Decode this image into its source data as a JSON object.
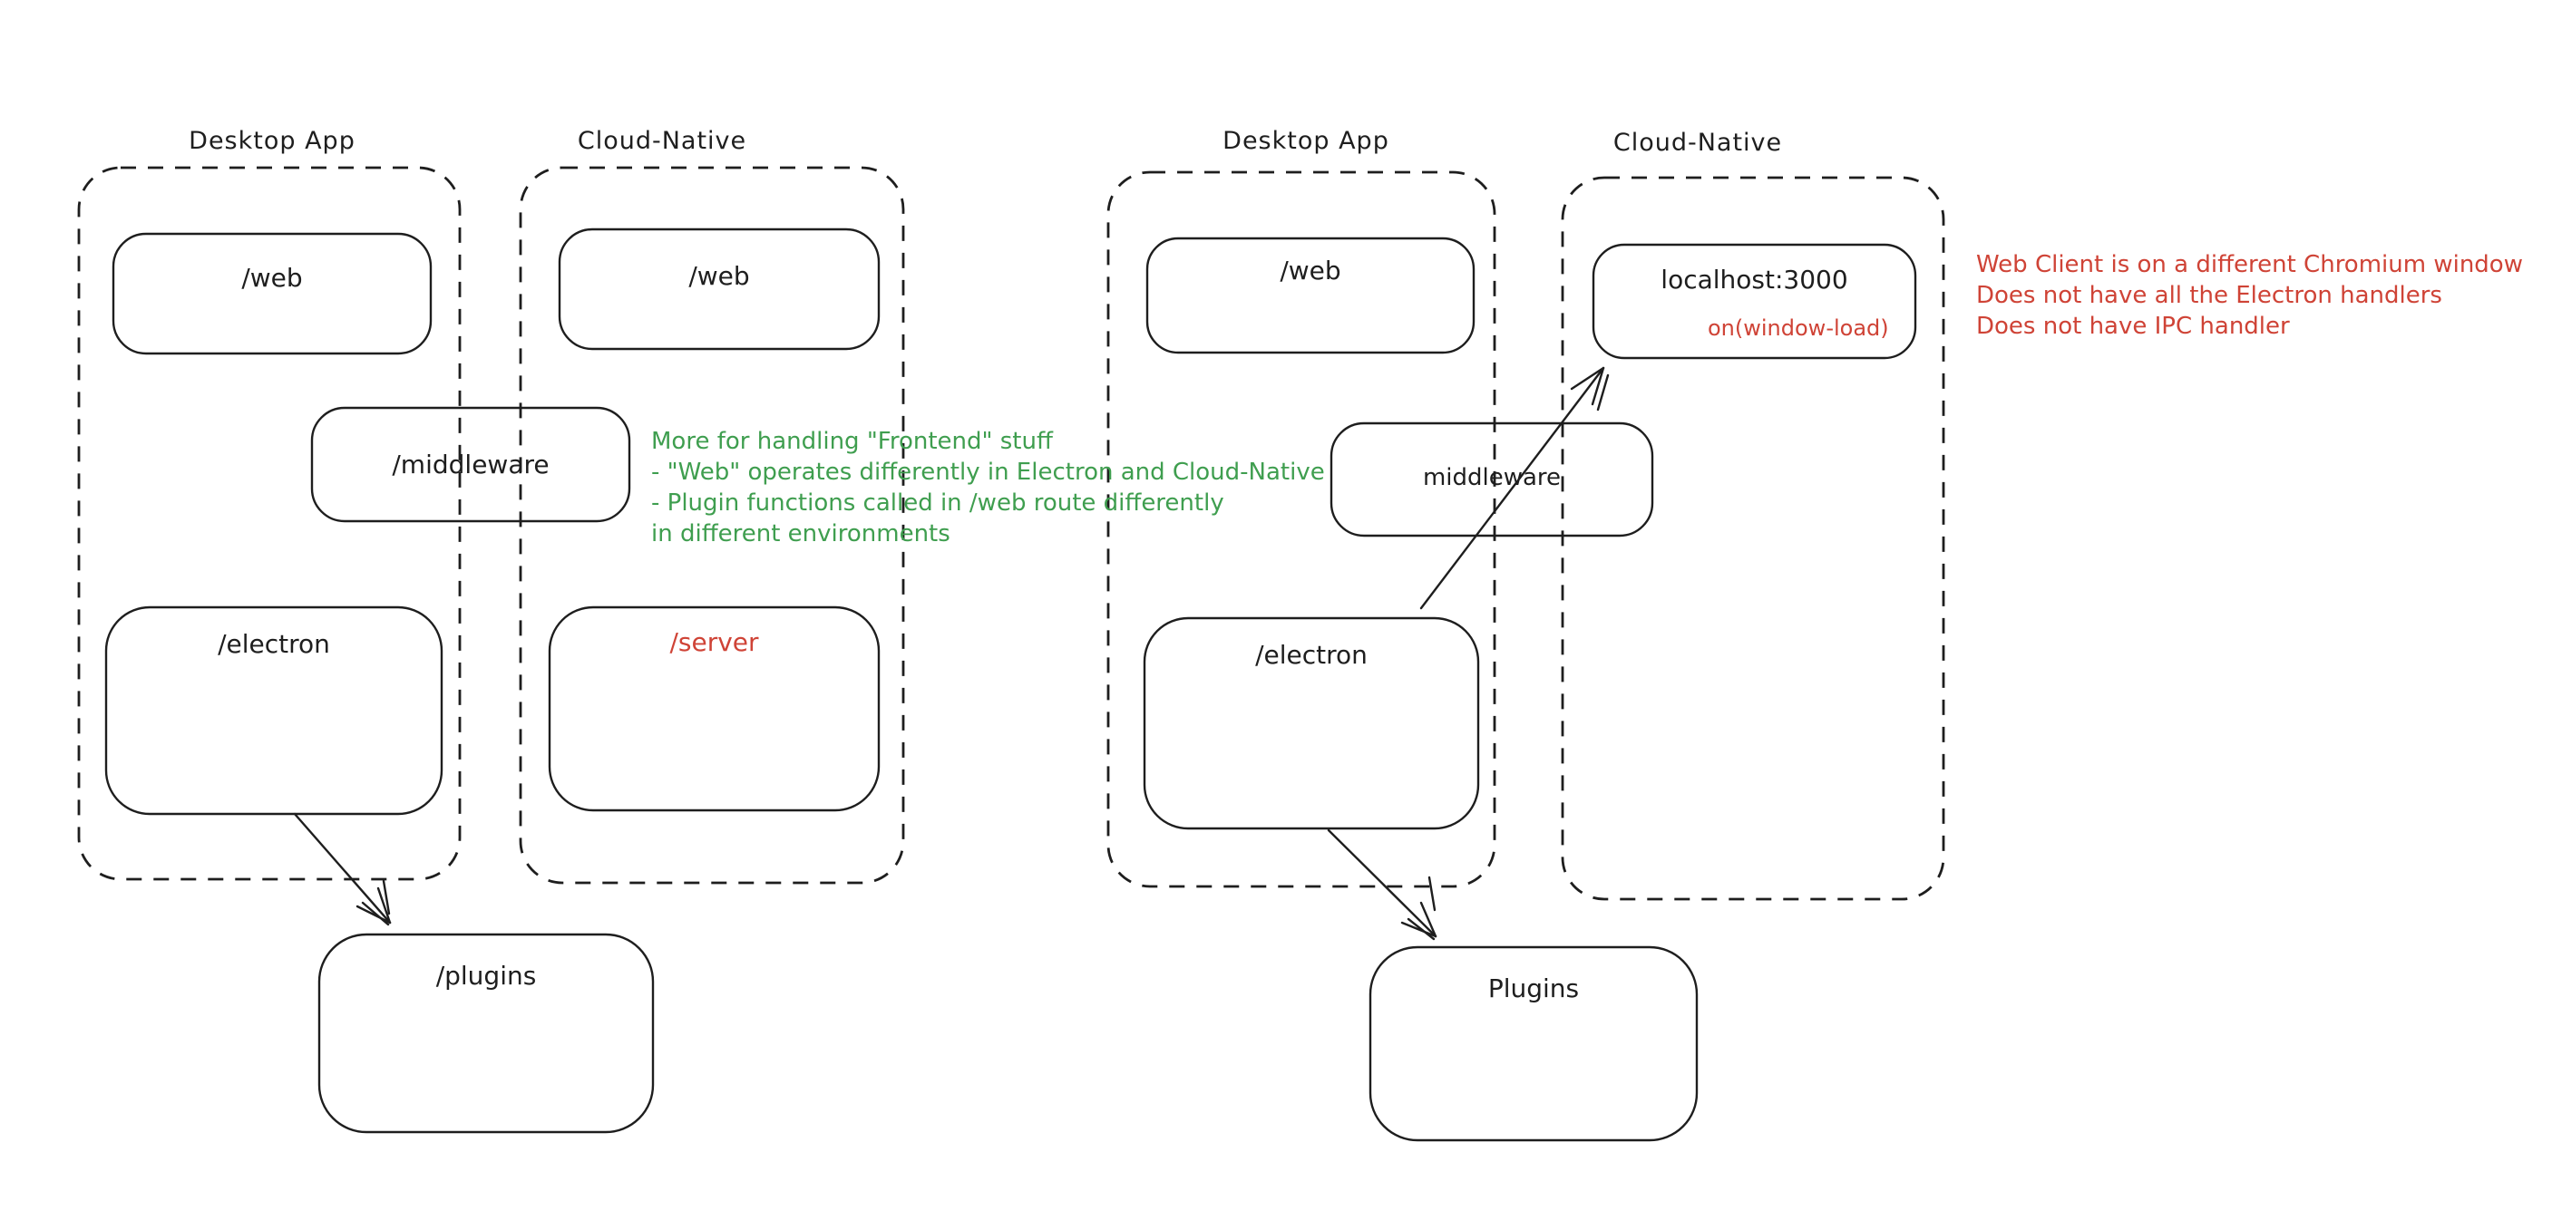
{
  "canvas": {
    "background": "#ffffff",
    "stroke_color": "#1e1e1e",
    "green_accent": "#3f9e4f",
    "red_accent": "#cf4336"
  },
  "left": {
    "desktop_label": "Desktop App",
    "cloud_label": "Cloud-Native",
    "desktop_web": "/web",
    "cloud_web": "/web",
    "middleware": "/middleware",
    "electron": "/electron",
    "server": "/server",
    "plugins": "/plugins",
    "green_note": {
      "lines": [
        "More for handling \"Frontend\" stuff",
        "- \"Web\" operates differently in Electron and Cloud-Native",
        "- Plugin functions called in /web route differently",
        "in different environments"
      ]
    }
  },
  "right": {
    "desktop_label": "Desktop App",
    "cloud_label": "Cloud-Native",
    "desktop_web": "/web",
    "localhost": "localhost:3000",
    "window_load": "on(window-load)",
    "middleware": "middleware",
    "electron": "/electron",
    "plugins": "Plugins",
    "red_note": {
      "lines": [
        "Web Client is on a different Chromium window",
        "Does not have all the Electron handlers",
        "Does not have IPC handler"
      ]
    }
  }
}
